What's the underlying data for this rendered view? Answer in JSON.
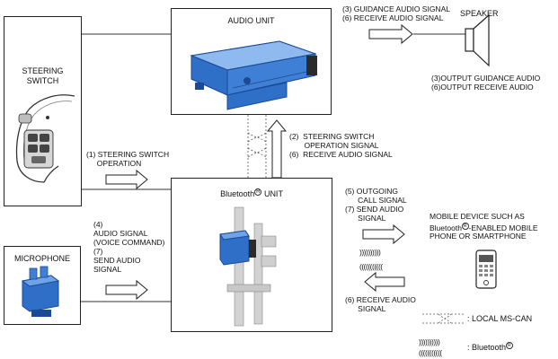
{
  "units": {
    "audio_unit": "AUDIO UNIT",
    "steering_switch": "STEERING\nSWITCH",
    "bluetooth_unit_prefix": "Bluetooth",
    "bluetooth_unit_suffix": " UNIT",
    "registered_mark": "R",
    "microphone": "MICROPHONE",
    "speaker": "SPEAKER"
  },
  "signals": {
    "guidance_to_speaker": "(3) GUIDANCE AUDIO SIGNAL\n(6) RECEIVE AUDIO SIGNAL",
    "speaker_output": "(3)OUTPUT GUIDANCE AUDIO\n(6)OUTPUT RECEIVE AUDIO",
    "steering_operation": "(1) STEERING SWITCH\n     OPERATION",
    "bt_to_audio": "(2)  STEERING SWITCH\n       OPERATION SIGNAL\n(6)  RECEIVE AUDIO SIGNAL",
    "mic_signals": "(4)\nAUDIO SIGNAL\n(VOICE COMMAND)\n(7)\nSEND AUDIO\nSIGNAL",
    "outgoing": "(5) OUTGOING\n      CALL SIGNAL\n(7) SEND AUDIO\n      SIGNAL",
    "receive_audio": "(6) RECEIVE AUDIO\n      SIGNAL"
  },
  "mobile_device": {
    "line1": "MOBILE DEVICE SUCH AS",
    "line2_prefix": "Bluetooth",
    "line2_suffix": "-ENABLED MOBILE",
    "line3": "PHONE OR SMARTPHONE"
  },
  "legend": {
    "local_ms_can": ": LOCAL MS-CAN",
    "bluetooth_prefix": ": Bluetooth",
    "bluetooth_waves_out": "))))))))))",
    "bluetooth_waves_in": "((((((((((("
  },
  "colors": {
    "unit_blue": "#2f6fc8",
    "unit_blue_dark": "#1a4a94",
    "unit_blue_light": "#6fa2e6",
    "bracket_gray": "#c8c8c8",
    "wire": "#333333"
  }
}
